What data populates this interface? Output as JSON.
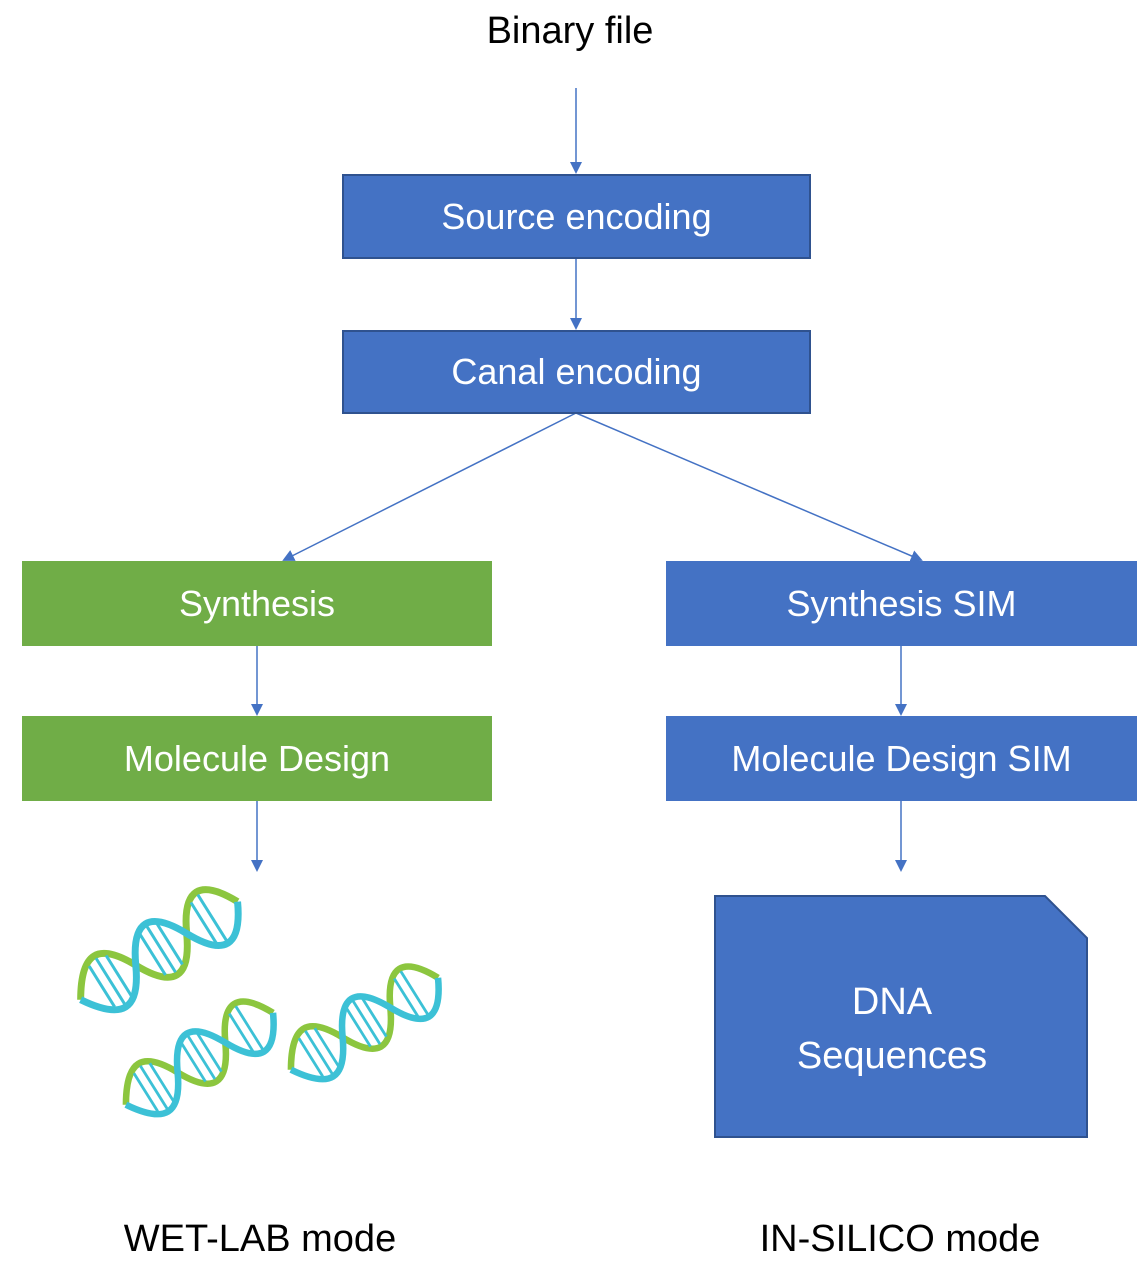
{
  "title": "Binary file",
  "nodes": {
    "source_encoding": "Source encoding",
    "canal_encoding": "Canal encoding",
    "synthesis": "Synthesis",
    "molecule_design": "Molecule Design",
    "synthesis_sim": "Synthesis SIM",
    "molecule_design_sim": "Molecule Design SIM",
    "dna_sequences_line1": "DNA",
    "dna_sequences_line2": "Sequences"
  },
  "modes": {
    "wet_lab": "WET-LAB mode",
    "in_silico": "IN-SILICO mode"
  },
  "colors": {
    "blue": "#4472c4",
    "green": "#70ad47",
    "dna_cyan": "#3cc1d6",
    "dna_green": "#8cc63f"
  },
  "icons": [
    "dna-helix-icon",
    "dna-helix-icon",
    "dna-helix-icon"
  ]
}
